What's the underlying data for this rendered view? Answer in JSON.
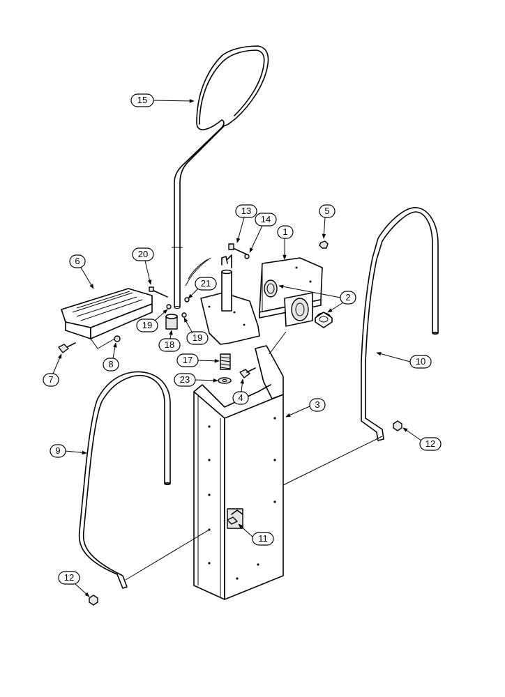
{
  "diagram": {
    "callouts": [
      {
        "id": "c1",
        "label": "1"
      },
      {
        "id": "c2",
        "label": "2"
      },
      {
        "id": "c3",
        "label": "3"
      },
      {
        "id": "c4",
        "label": "4"
      },
      {
        "id": "c5",
        "label": "5"
      },
      {
        "id": "c6",
        "label": "6"
      },
      {
        "id": "c7",
        "label": "7"
      },
      {
        "id": "c8",
        "label": "8"
      },
      {
        "id": "c9",
        "label": "9"
      },
      {
        "id": "c10",
        "label": "10"
      },
      {
        "id": "c11",
        "label": "11"
      },
      {
        "id": "c12a",
        "label": "12"
      },
      {
        "id": "c12b",
        "label": "12"
      },
      {
        "id": "c13",
        "label": "13"
      },
      {
        "id": "c14",
        "label": "14"
      },
      {
        "id": "c15",
        "label": "15"
      },
      {
        "id": "c17",
        "label": "17"
      },
      {
        "id": "c18",
        "label": "18"
      },
      {
        "id": "c19a",
        "label": "19"
      },
      {
        "id": "c19b",
        "label": "19"
      },
      {
        "id": "c20",
        "label": "20"
      },
      {
        "id": "c21",
        "label": "21"
      },
      {
        "id": "c23",
        "label": "23"
      }
    ]
  }
}
